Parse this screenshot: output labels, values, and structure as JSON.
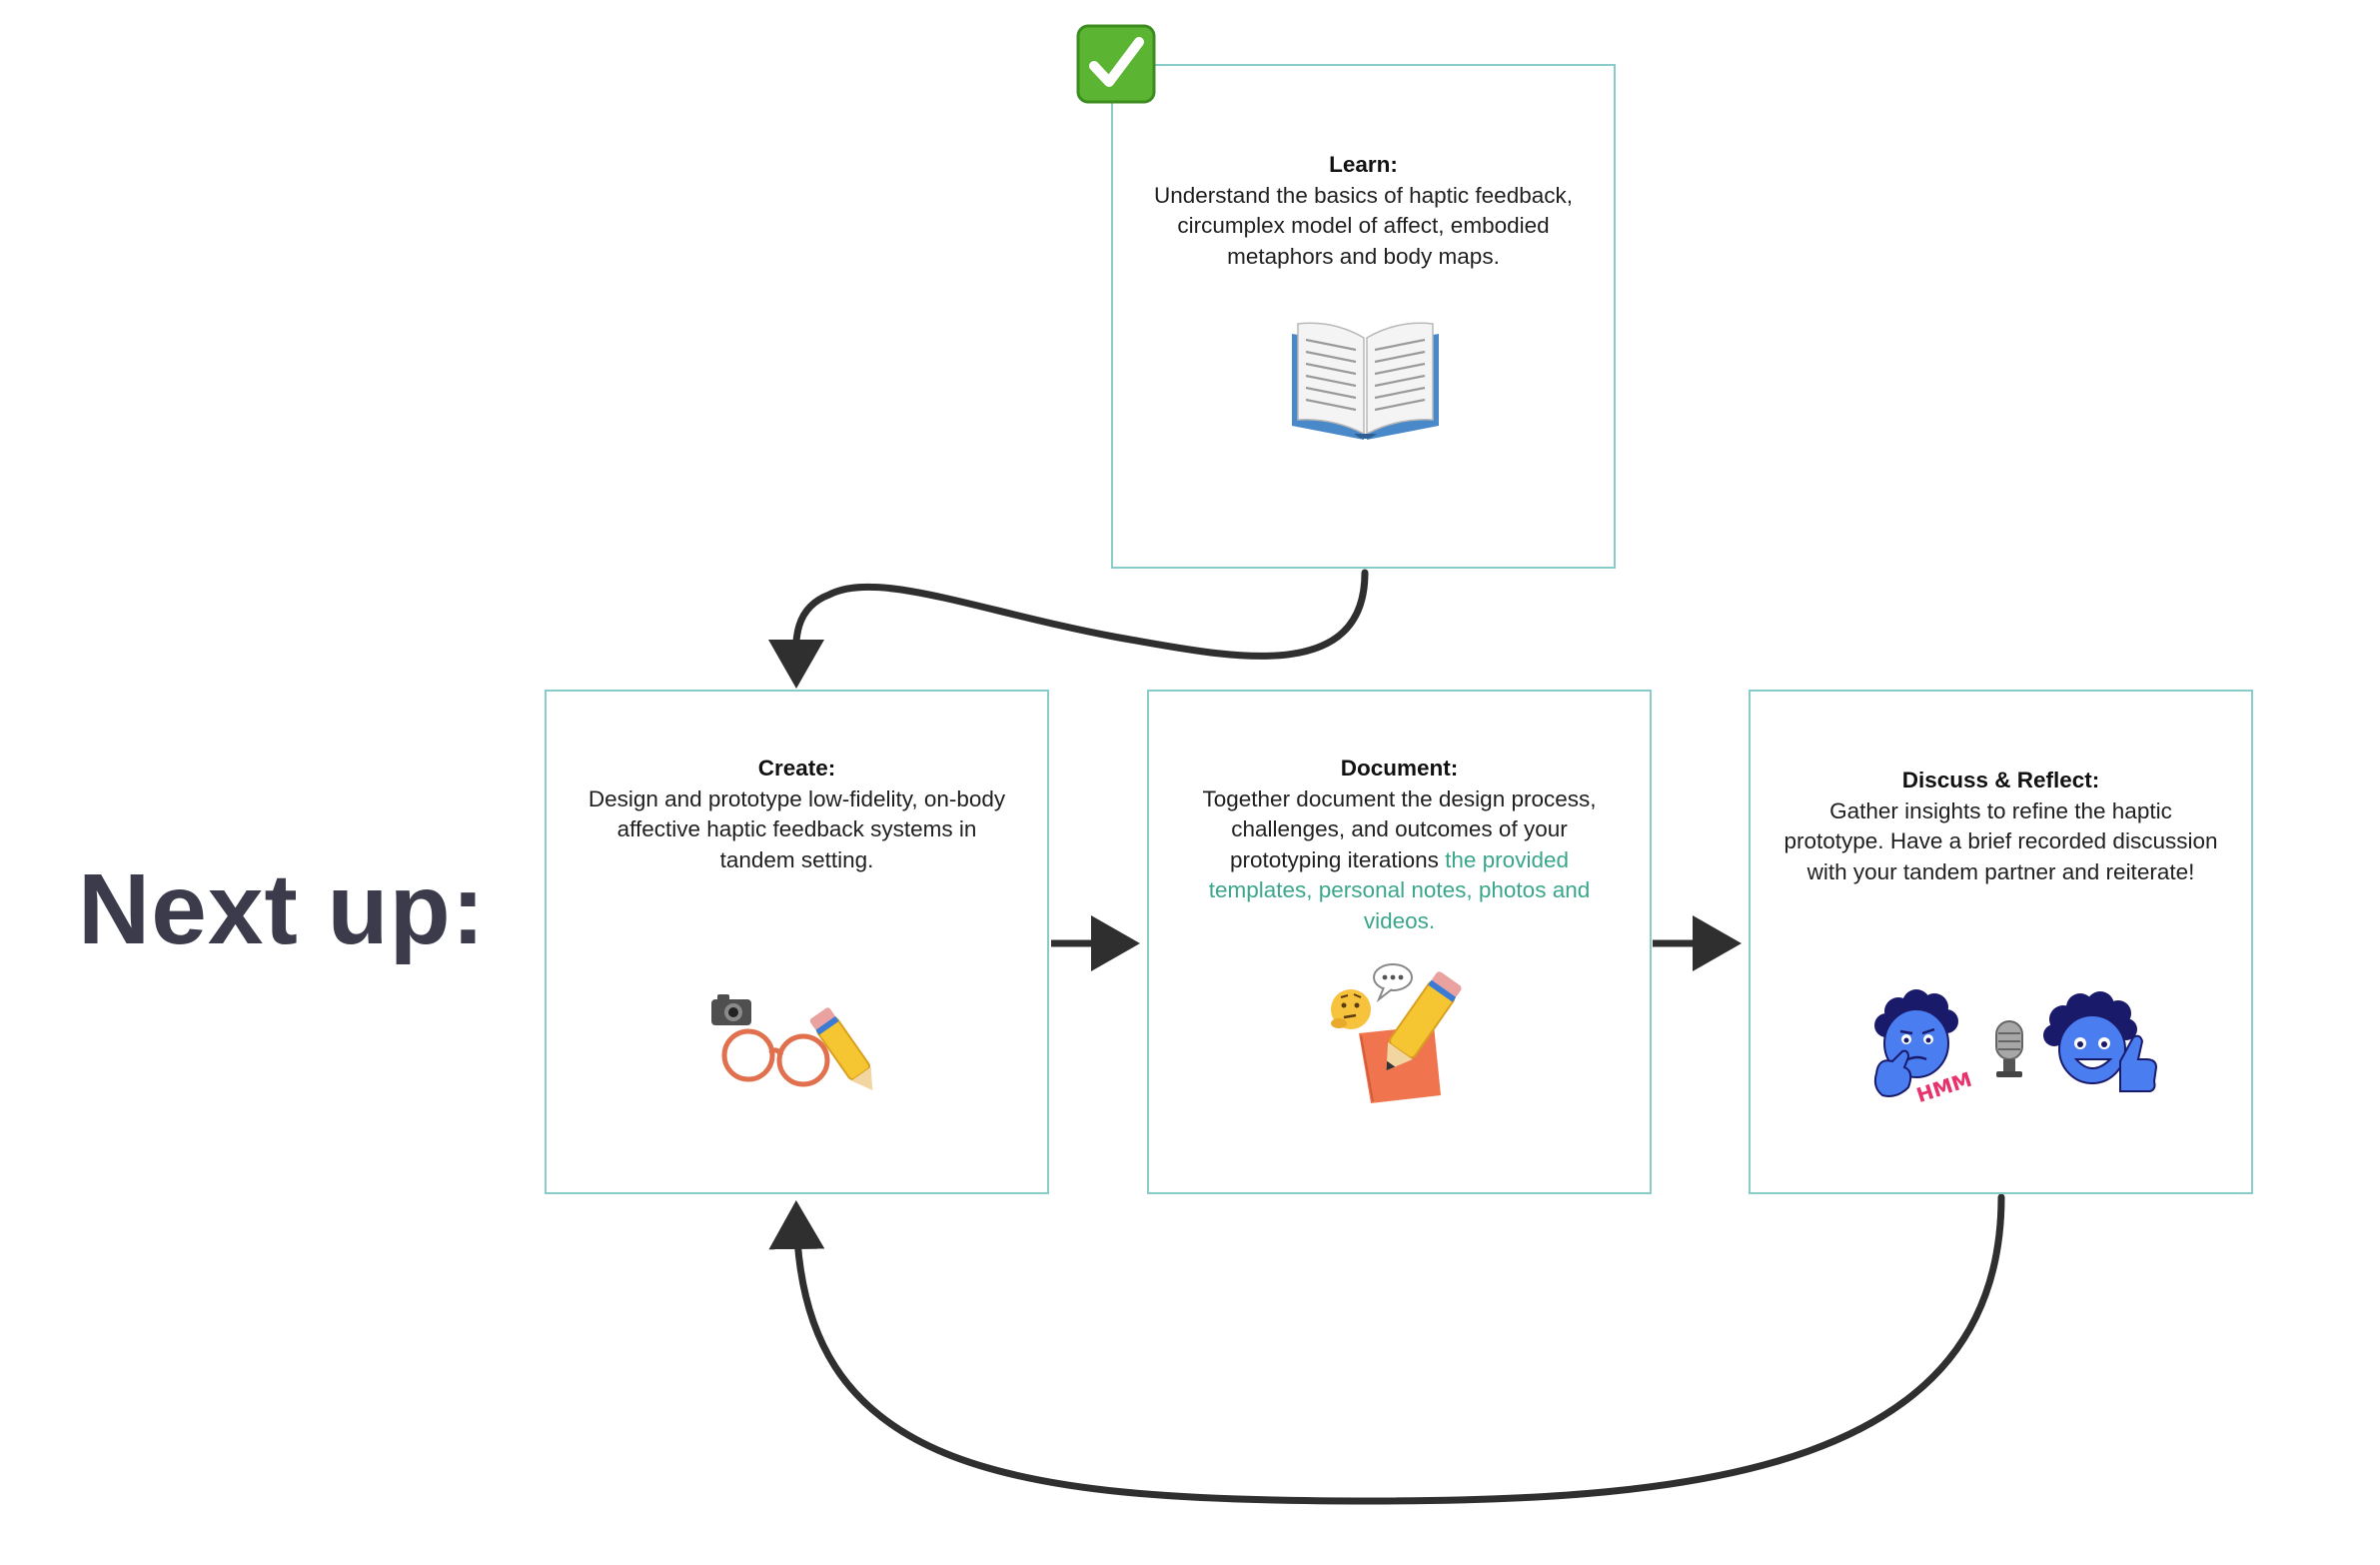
{
  "headline": "Next up:",
  "cards": {
    "learn": {
      "title": "Learn:",
      "body": "Understand the basics of haptic feedback, circumplex model of affect, embodied metaphors and body maps.",
      "sticker": "open-book-icon",
      "completed": true
    },
    "create": {
      "title": "Create:",
      "body": "Design and prototype low-fidelity, on-body affective haptic feedback systems in tandem setting.",
      "sticker": "camera-glasses-pencil-icon"
    },
    "document": {
      "title": "Document:",
      "body": "Together document the design process, challenges, and outcomes of your prototyping iterations ",
      "link": "the provided templates, personal notes, photos and videos.",
      "sticker": "thinking-pencil-notepad-icon"
    },
    "discuss": {
      "title": "Discuss & Reflect:",
      "body": "Gather insights to refine the haptic prototype. Have a brief recorded discussion with your tandem partner and reiterate!",
      "sticker": "discussion-characters-microphone-icon",
      "sticker_text": "HMM"
    }
  },
  "colors": {
    "card_border": "#87ccc8",
    "link": "#3aa68a",
    "headline": "#3b3b4b",
    "connector": "#2f2f2f",
    "check_green": "#5bb532"
  }
}
